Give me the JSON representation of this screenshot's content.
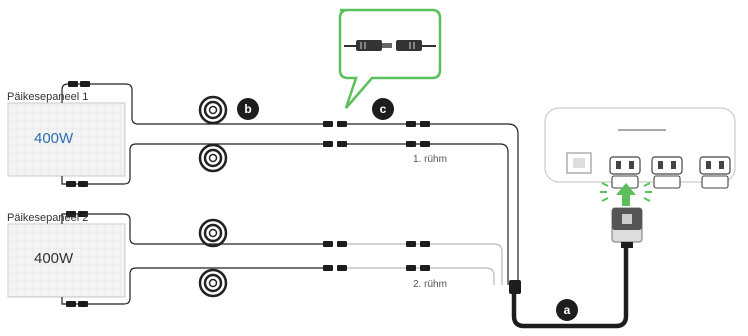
{
  "panels": [
    {
      "title": "Päikesepaneel 1",
      "watt": "400W",
      "watt_color": "#2f6fb0"
    },
    {
      "title": "Päikesepaneel 2",
      "watt": "400W",
      "watt_color": "#333333"
    }
  ],
  "groups": [
    "1. rühm",
    "2. rühm"
  ],
  "badges": {
    "a": "a",
    "b": "b",
    "c": "c"
  },
  "colors": {
    "accent_green": "#5bbf5b",
    "cable_dark": "#222222",
    "cable_grey": "#b9b9b9"
  }
}
